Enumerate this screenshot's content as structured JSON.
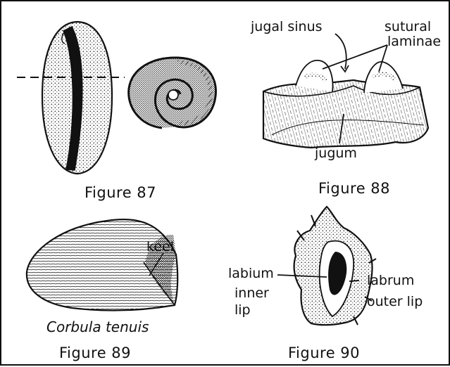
{
  "figures": {
    "fig87": {
      "caption": "Figure 87"
    },
    "fig88": {
      "caption": "Figure 88",
      "labels": {
        "jugal_sinus": "jugal sinus",
        "sutural": "sutural",
        "laminae": "laminae",
        "jugum": "jugum"
      }
    },
    "fig89": {
      "caption": "Figure 89",
      "species": "Corbula tenuis",
      "labels": {
        "keel": "keel"
      }
    },
    "fig90": {
      "caption": "Figure 90",
      "labels": {
        "labium": "labium",
        "inner": "inner",
        "lip_left": "lip",
        "labrum": "labrum",
        "outer_lip": "outer lip"
      }
    }
  },
  "colors": {
    "ink": "#111111",
    "paper": "#ffffff"
  }
}
